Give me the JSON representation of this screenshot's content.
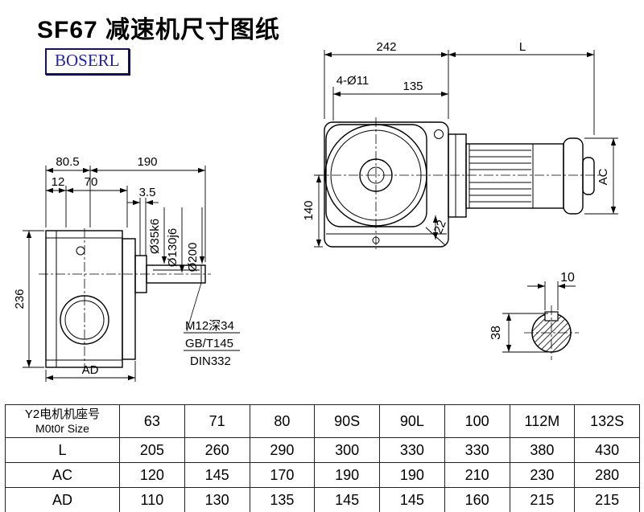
{
  "page": {
    "title": "SF67 减速机尺寸图纸",
    "logo": "BOSERL"
  },
  "dims": {
    "top_width": "242",
    "motor_length": "L",
    "bolt_holes": "4-Ø11",
    "flange_offset": "135",
    "center_height": "140",
    "foot_step": "22",
    "motor_diameter": "AC",
    "side_offset": "80.5",
    "side_length": "190",
    "step_12": "12",
    "step_70": "70",
    "gap_35": "3.5",
    "shaft_dia": "Ø35k6",
    "spigot_dia": "Ø130j6",
    "flange_dia": "Ø200",
    "housing_height": "236",
    "housing_width": "AD",
    "tap_note": "M12深34",
    "std_note1": "GB/T145",
    "std_note2": "DIN332",
    "key_width": "10",
    "shaft_section_dia": "38"
  },
  "table": {
    "header_line1": "Y2电机机座号",
    "header_line2": "M0t0r Size",
    "sizes": [
      "63",
      "71",
      "80",
      "90S",
      "90L",
      "100",
      "112M",
      "132S"
    ],
    "rows": [
      {
        "label": "L",
        "values": [
          "205",
          "260",
          "290",
          "300",
          "330",
          "330",
          "380",
          "430"
        ]
      },
      {
        "label": "AC",
        "values": [
          "120",
          "145",
          "170",
          "190",
          "190",
          "210",
          "230",
          "280"
        ]
      },
      {
        "label": "AD",
        "values": [
          "110",
          "130",
          "135",
          "145",
          "145",
          "160",
          "215",
          "215"
        ]
      }
    ]
  }
}
